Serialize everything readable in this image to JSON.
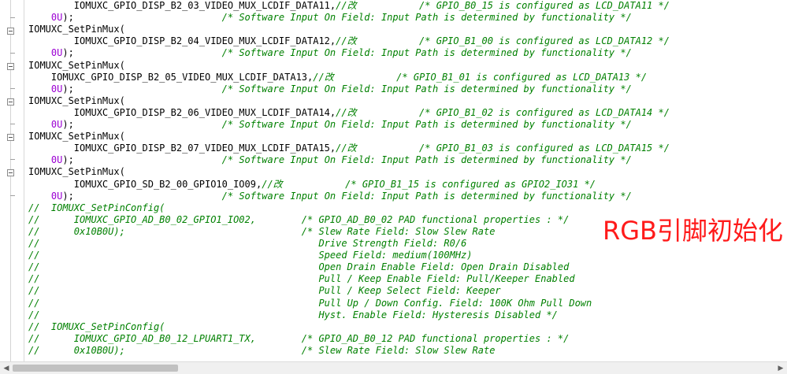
{
  "editor": {
    "annotation": "RGB引脚初始化",
    "scroll_left_arrow": "◀",
    "scroll_right_arrow": "▶",
    "lines": [
      {
        "indent": "        ",
        "code": "IOMUXC_GPIO_DISP_B2_03_VIDEO_MUX_LCDIF_DATA11,",
        "comment": "//改           /* GPIO_B0_15 is configured as LCD_DATA11 */"
      },
      {
        "indent": "    ",
        "num": "0U",
        "code": ");",
        "comment": "                          /* Software Input On Field: Input Path is determined by functionality */"
      },
      {
        "indent": "",
        "code": "IOMUXC_SetPinMux(",
        "comment": ""
      },
      {
        "indent": "        ",
        "code": "IOMUXC_GPIO_DISP_B2_04_VIDEO_MUX_LCDIF_DATA12,",
        "comment": "//改           /* GPIO_B1_00 is configured as LCD_DATA12 */"
      },
      {
        "indent": "    ",
        "num": "0U",
        "code": ");",
        "comment": "                          /* Software Input On Field: Input Path is determined by functionality */"
      },
      {
        "indent": "",
        "code": "IOMUXC_SetPinMux(",
        "comment": ""
      },
      {
        "indent": "    ",
        "code": "IOMUXC_GPIO_DISP_B2_05_VIDEO_MUX_LCDIF_DATA13,",
        "comment": "//改           /* GPIO_B1_01 is configured as LCD_DATA13 */"
      },
      {
        "indent": "    ",
        "num": "0U",
        "code": ");",
        "comment": "                          /* Software Input On Field: Input Path is determined by functionality */"
      },
      {
        "indent": "",
        "code": "IOMUXC_SetPinMux(",
        "comment": ""
      },
      {
        "indent": "        ",
        "code": "IOMUXC_GPIO_DISP_B2_06_VIDEO_MUX_LCDIF_DATA14,",
        "comment": "//改           /* GPIO_B1_02 is configured as LCD_DATA14 */"
      },
      {
        "indent": "    ",
        "num": "0U",
        "code": ");",
        "comment": "                          /* Software Input On Field: Input Path is determined by functionality */"
      },
      {
        "indent": "",
        "code": "IOMUXC_SetPinMux(",
        "comment": ""
      },
      {
        "indent": "        ",
        "code": "IOMUXC_GPIO_DISP_B2_07_VIDEO_MUX_LCDIF_DATA15,",
        "comment": "//改           /* GPIO_B1_03 is configured as LCD_DATA15 */"
      },
      {
        "indent": "    ",
        "num": "0U",
        "code": ");",
        "comment": "                          /* Software Input On Field: Input Path is determined by functionality */"
      },
      {
        "indent": "",
        "code": "IOMUXC_SetPinMux(",
        "comment": ""
      },
      {
        "indent": "        ",
        "code": "IOMUXC_GPIO_SD_B2_00_GPIO10_IO09,",
        "comment": "//改           /* GPIO_B1_15 is configured as GPIO2_IO31 */"
      },
      {
        "indent": "    ",
        "num": "0U",
        "code": ");",
        "comment": "                          /* Software Input On Field: Input Path is determined by functionality */"
      },
      {
        "indent": "",
        "code": "",
        "comment": "//  IOMUXC_SetPinConfig("
      },
      {
        "indent": "",
        "code": "",
        "comment": "//      IOMUXC_GPIO_AD_B0_02_GPIO1_IO02,        /* GPIO_AD_B0_02 PAD functional properties : */"
      },
      {
        "indent": "",
        "code": "",
        "comment": "//      0x10B0U);                               /* Slew Rate Field: Slow Slew Rate"
      },
      {
        "indent": "",
        "code": "",
        "comment": "//                                                 Drive Strength Field: R0/6"
      },
      {
        "indent": "",
        "code": "",
        "comment": "//                                                 Speed Field: medium(100MHz)"
      },
      {
        "indent": "",
        "code": "",
        "comment": "//                                                 Open Drain Enable Field: Open Drain Disabled"
      },
      {
        "indent": "",
        "code": "",
        "comment": "//                                                 Pull / Keep Enable Field: Pull/Keeper Enabled"
      },
      {
        "indent": "",
        "code": "",
        "comment": "//                                                 Pull / Keep Select Field: Keeper"
      },
      {
        "indent": "",
        "code": "",
        "comment": "//                                                 Pull Up / Down Config. Field: 100K Ohm Pull Down"
      },
      {
        "indent": "",
        "code": "",
        "comment": "//                                                 Hyst. Enable Field: Hysteresis Disabled */"
      },
      {
        "indent": "",
        "code": "",
        "comment": "//  IOMUXC_SetPinConfig("
      },
      {
        "indent": "",
        "code": "",
        "comment": "//      IOMUXC_GPIO_AD_B0_12_LPUART1_TX,        /* GPIO_AD_B0_12 PAD functional properties : */"
      },
      {
        "indent": "",
        "code": "",
        "comment": "//      0x10B0U);                               /* Slew Rate Field: Slow Slew Rate"
      }
    ]
  }
}
